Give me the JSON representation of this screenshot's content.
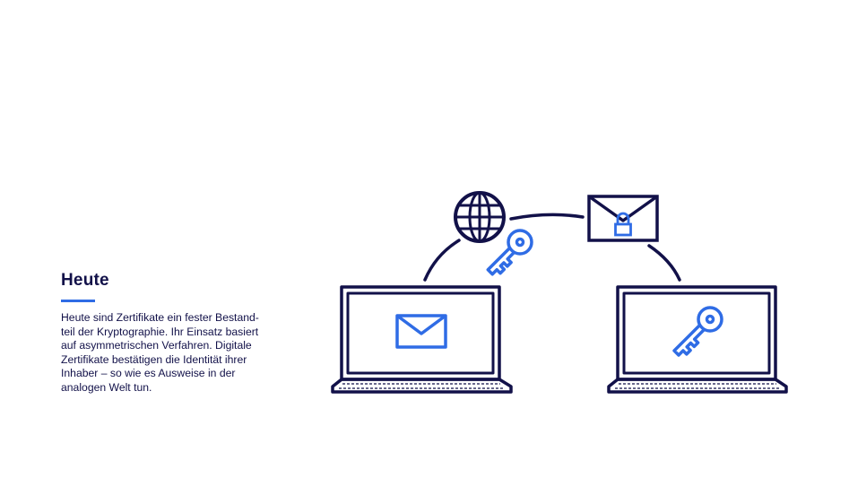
{
  "heading": "Heute",
  "paragraph_lines": [
    "Heute sind Zertifikate ein fester Bestand-",
    "teil der Kryptographie. Ihr Einsatz basiert",
    "auf asymmetrischen Verfahren. Digitale",
    "Zertifikate bestätigen die Identität ihrer",
    "Inhaber – so wie es Ausweise in der",
    "analogen Welt tun."
  ],
  "colors": {
    "navy": "#121149",
    "accent": "#2f6ce5",
    "background": "#ffffff"
  },
  "illustration": {
    "left_device": "laptop-icon",
    "left_screen_content": "envelope-icon",
    "right_device": "laptop-icon",
    "right_screen_content": "key-icon",
    "network": "globe-icon",
    "transit_key": "key-icon",
    "transit_message": "locked-envelope-icon"
  }
}
